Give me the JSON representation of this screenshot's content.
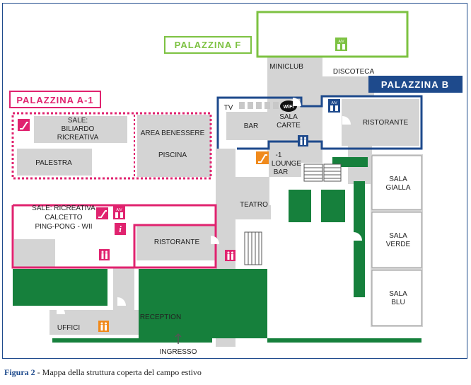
{
  "buildings": {
    "f": "PALAZZINA F",
    "b": "PALAZZINA B",
    "a1": "PALAZZINA A-1"
  },
  "rooms": {
    "miniclub": "MINICLUB",
    "discoteca": "DISCOTECA",
    "tv": "TV",
    "bar": "BAR",
    "sala_carte": [
      "SALA",
      "CARTE"
    ],
    "ristorante_b": "RISTORANTE",
    "sale_top": [
      "SALE:",
      "BILIARDO",
      "RICREATIVA"
    ],
    "area_benessere": "AREA BENESSERE",
    "palestra": "PALESTRA",
    "piscina": "PISCINA",
    "lounge_bar": [
      "-1",
      "LOUNGE",
      "BAR"
    ],
    "teatro": "TEATRO",
    "sale_bottom": [
      "SALE: RICREATIVA",
      "CALCETTO",
      "PING-PONG - WII"
    ],
    "ristorante_a": "RISTORANTE",
    "sala_gialla": [
      "SALA",
      "GIALLA"
    ],
    "sala_verde": [
      "SALA",
      "VERDE"
    ],
    "sala_blu": [
      "SALA",
      "BLU"
    ],
    "uffici": "UFFICI",
    "reception": "RECEPTION",
    "ingresso": "INGRESSO"
  },
  "icons": {
    "wifi": "WiFi",
    "info": "i",
    "lift": "A/V"
  },
  "caption": {
    "label": "Figura 2",
    "text": " - Mappa della struttura coperta del campo estivo"
  },
  "colors": {
    "palazzina_f": "#7dc242",
    "palazzina_b": "#1e4a8c",
    "palazzina_a1": "#e0236f",
    "green_area": "#16803c",
    "room_gray": "#d4d4d4",
    "stairs_orange": "#f08a1c"
  }
}
